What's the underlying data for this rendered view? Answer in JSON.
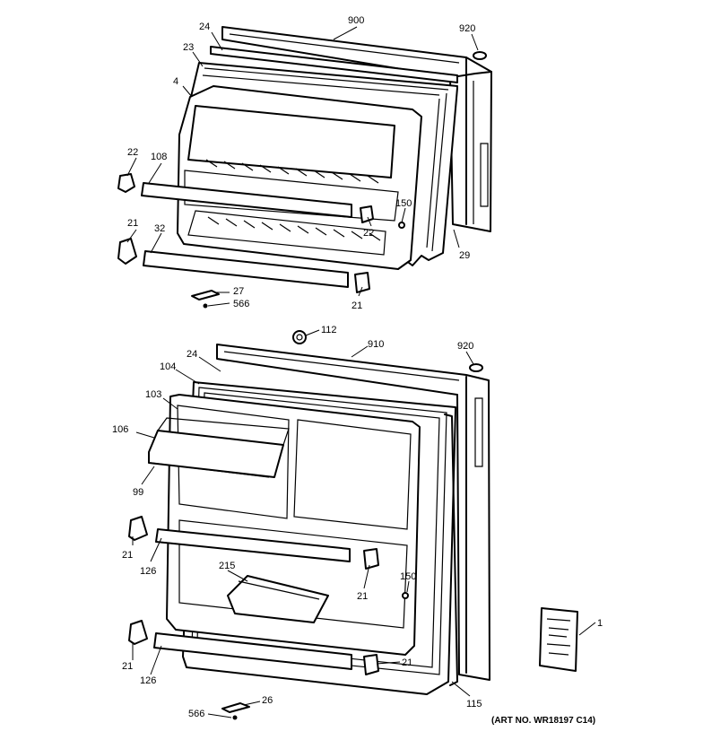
{
  "labels": {
    "l900_top": "900",
    "l920_top": "920",
    "l24_top": "24",
    "l23": "23",
    "l4": "4",
    "l22_left": "22",
    "l108": "108",
    "l150_top": "150",
    "l22_right": "22",
    "l29": "29",
    "l21_a": "21",
    "l32": "32",
    "l27": "27",
    "l566_top": "566",
    "l21_b": "21",
    "l112": "112",
    "l910": "910",
    "l920_bot": "920",
    "l24_bot": "24",
    "l104": "104",
    "l103": "103",
    "l106": "106",
    "l99": "99",
    "l21_c": "21",
    "l126_a": "126",
    "l215": "215",
    "l150_bot": "150",
    "l21_d": "21",
    "l21_e": "21",
    "l126_b": "126",
    "l21_f": "21",
    "l26": "26",
    "l566_bot": "566",
    "l115": "115",
    "l1": "1"
  },
  "art_number": "(ART NO. WR18197 C14)"
}
